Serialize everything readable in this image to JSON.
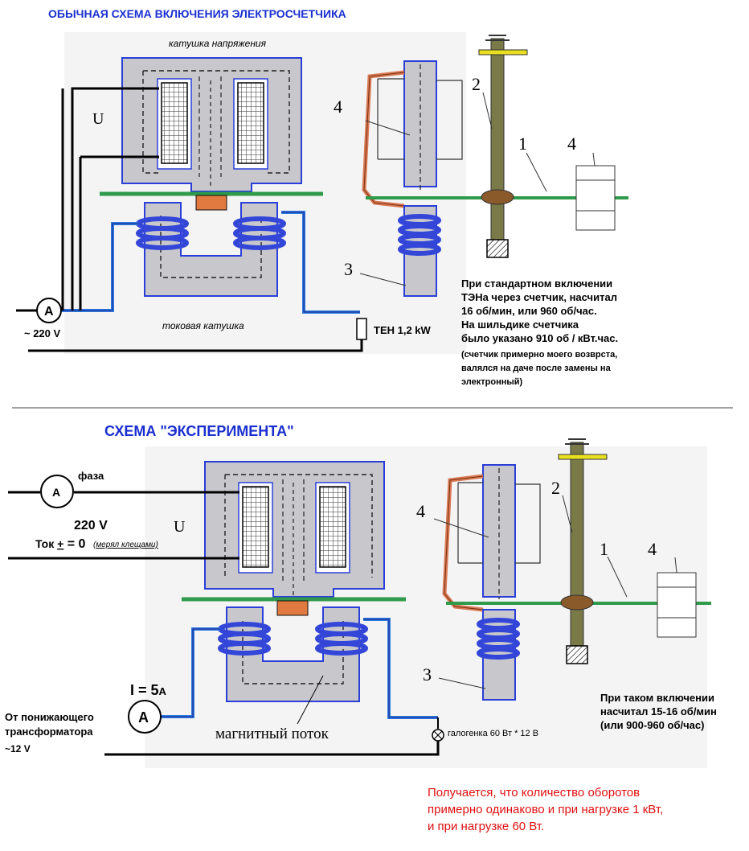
{
  "colors": {
    "title": "#1a2fd0",
    "core_fill": "#c8c8cc",
    "core_outline": "#2a3fd8",
    "coil_blue": "#3346d8",
    "wire_blue": "#2e7de0",
    "green_disk": "#2f9a4a",
    "copper": "#d97a55",
    "shaft": "#7a7a48",
    "red_text": "#e01010"
  },
  "top": {
    "title": "ОБЫЧНАЯ СХЕМА ВКЛЮЧЕНИЯ ЭЛЕКТРОСЧЕТЧИКА",
    "voltage_coil": "катушка напряжения",
    "current_coil": "токовая катушка",
    "u": "U",
    "ammeter": "A",
    "mains": "~ 220 V",
    "load": "ТЕН 1,2  kW",
    "num1": "1",
    "num2": "2",
    "num3": "3",
    "num4a": "4",
    "num4b": "4",
    "note": [
      "При стандартном включении",
      "ТЭНа через счетчик, насчитал",
      "16 об/мин, или 960 об/час.",
      "На шильдике счетчика",
      "было указано 910 об / кВт.час."
    ],
    "note_small": [
      "(счетчик примерно моего возврста,",
      "валялся на даче после замены на",
      "электронный)"
    ]
  },
  "bottom": {
    "title": "СХЕМА  \"ЭКСПЕРИМЕНТА\"",
    "phase": "фаза",
    "voltage": "220 V",
    "current_prefix": "Ток ",
    "plus_minus": "+",
    "current_value": " = 0",
    "clamp_note": "(мерял клещами)",
    "u": "U",
    "ammeter_top": "A",
    "ammeter_bottom": "A",
    "current_main": "I = 5",
    "current_unit": "A",
    "source": [
      "От понижающего",
      "трансформатора"
    ],
    "source_voltage": "~12 V",
    "flux": "магнитный поток",
    "lamp": "галогенка  60 Вт * 12 В",
    "num1": "1",
    "num2": "2",
    "num3": "3",
    "num4a": "4",
    "num4b": "4",
    "note": [
      "При таком включении",
      "насчитал 15-16 об/мин",
      "(или 900-960 об/час)"
    ],
    "conclusion": [
      "Получается, что количество оборотов",
      "примерно одинаково и при нагрузке 1 кВт,",
      "и при нагрузке 60 Вт."
    ]
  }
}
